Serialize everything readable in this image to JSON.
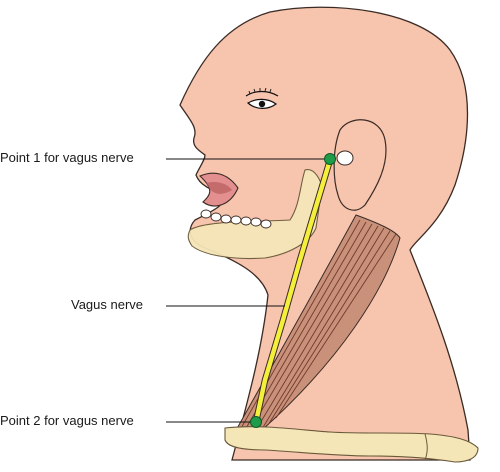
{
  "labels": {
    "point1": "Point 1 for vagus nerve",
    "vagus": "Vagus nerve",
    "point2": "Point 2 for vagus nerve"
  },
  "colors": {
    "skin": "#f7c4ae",
    "skin_outline": "#3a2b25",
    "jaw_bone": "#f5e6b8",
    "muscle": "#c9907a",
    "muscle_stripe": "#6e3b2a",
    "nerve": "#f3ef3a",
    "point_marker": "#1f9c4a",
    "lips": "#e48f8f",
    "teeth": "#ffffff",
    "leader_line": "#111111"
  },
  "icons": {
    "point_marker": "green-dot-icon",
    "eye": "eye-icon"
  }
}
